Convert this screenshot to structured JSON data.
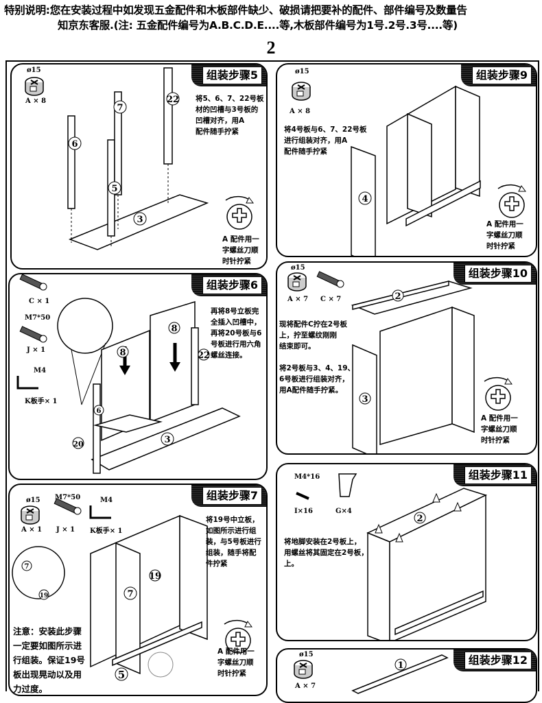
{
  "notice": {
    "line1": "特别说明:您在安装过程中如发现五金配件和木板部件缺少、破损请把要补的配件、部件编号及数量告",
    "line2": "知京东客服.(注: 五金配件编号为A.B.C.D.E....等,木板部件编号为1号.2号.3号....等)"
  },
  "page_number": "2",
  "screw_note": "A 配件用一\n字螺丝刀顺\n时针拧紧",
  "steps": {
    "s5": {
      "title": "组装步骤5",
      "diam": "ø15",
      "part": "A × 8",
      "text": "将5、6、7、22号板\n材的凹槽与3号板的\n凹槽对齐，用A\n配件随手拧紧",
      "labels": [
        "7",
        "22",
        "6",
        "5",
        "3"
      ]
    },
    "s9": {
      "title": "组装步骤9",
      "diam": "ø15",
      "part": "A × 8",
      "text": "将4号板与6、7、22号板\n进行组装对齐，用A\n配件随手拧紧",
      "labels": [
        "4"
      ]
    },
    "s6": {
      "title": "组装步骤6",
      "part_c": "C × 1",
      "m7": "M7*50",
      "part_j": "J × 1",
      "m4": "M4",
      "part_k": "K板手× 1",
      "text": "再将8号立板完\n全插入凹槽中，\n再将20号板与6\n号板进行用六角\n螺丝连接。",
      "labels": [
        "8",
        "8",
        "22",
        "6",
        "20",
        "3"
      ]
    },
    "s10": {
      "title": "组装步骤10",
      "diam": "ø15",
      "part_a": "A × 7",
      "part_c": "C × 7",
      "text": "现将配件C拧在2号板\n上，拧至螺纹刚刚\n结束即可。\n\n将2号板与3、4、19、\n6号板进行组装对齐，\n用A配件随手拧紧。",
      "labels": [
        "2",
        "3"
      ]
    },
    "s7": {
      "title": "组装步骤7",
      "diam": "ø15",
      "m7": "M7*50",
      "m4": "M4",
      "part_a": "A × 1",
      "part_j": "J × 1",
      "part_k": "K板手× 1",
      "text": "将19号中立板，\n如图所示进行组\n装，与5号板进行\n组装，随手将配\n件拧紧",
      "warning": "注意：安装此步骤\n一定要如图所示进\n行组装。保证19号\n板出现晃动以及用\n力过度。",
      "labels": [
        "7",
        "19",
        "7",
        "19",
        "5"
      ]
    },
    "s11": {
      "title": "组装步骤11",
      "m4": "M4*16",
      "part_i": "I×16",
      "part_g": "G×4",
      "text": "将地脚安装在2号板上，\n用螺丝将其固定在2号板，\n上。",
      "labels": [
        "2"
      ]
    },
    "s12": {
      "title": "组装步骤12",
      "diam": "ø15",
      "part": "A × 7",
      "labels": [
        "1"
      ]
    }
  }
}
